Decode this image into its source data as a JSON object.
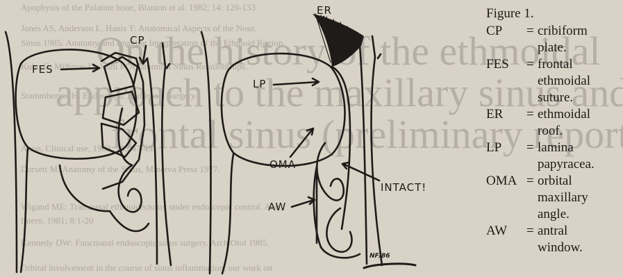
{
  "background_color": "#d9d2c6",
  "ink_color": "#1f1b18",
  "bleed_through": {
    "large_lines": [
      "On the history of the ethmoidal",
      "approach to the maxillary sinus and",
      "frontal sinus (preliminary report)"
    ],
    "small_lines": [
      "Apophysis of the Palatine bone, Blanton et al. 1982; 14: 120-133",
      "Jones AS, Anderson L, Hanis T: Anatomical Aspects of the Nose.",
      "Sinus 1985: Anatomy and Imaging Interpretation of the Ethmoid Region.",
      "Kuhn G, Milbrow D, Joshi P: Anatomical Sinus Relationships.",
      "Stammberger H: Endoscopic Endonasal Surgery.",
      "Anon. Clinical use, 1982; 103:47-49.",
      "Dorsett M: Anatomy of the Sinus, Minerva Press 1977.",
      "Wigand ME: Transnasal ethmoidectomy under endoscopic control. Ann",
      "Intern. 1981; 8:1-20",
      "Kennedy DW: Functional endoscopic sinus surgery. Arch Otol 1985.",
      "Orbital involvement in the course of sinus inflammation, our work on"
    ]
  },
  "diagram_labels": {
    "cp": "CP",
    "fes": "FES",
    "er": "ER",
    "lp": "LP",
    "oma": "OMA",
    "aw": "AW",
    "intact": "INTACT!",
    "signature": "NF/86"
  },
  "legend": {
    "caption": "Figure 1.",
    "entries": [
      {
        "abbr": "CP",
        "eq": "=",
        "lines": [
          "cribiform",
          "plate."
        ]
      },
      {
        "abbr": "FES",
        "eq": "=",
        "lines": [
          "frontal",
          "ethmoidal",
          "suture."
        ]
      },
      {
        "abbr": "ER",
        "eq": "=",
        "lines": [
          "ethmoidal",
          "roof."
        ]
      },
      {
        "abbr": "LP",
        "eq": "=",
        "lines": [
          "lamina",
          "papyracea."
        ]
      },
      {
        "abbr": "OMA",
        "eq": "=",
        "lines": [
          "orbital",
          "maxillary",
          "angle."
        ]
      },
      {
        "abbr": "AW",
        "eq": "=",
        "lines": [
          "antral",
          "window."
        ]
      }
    ]
  }
}
